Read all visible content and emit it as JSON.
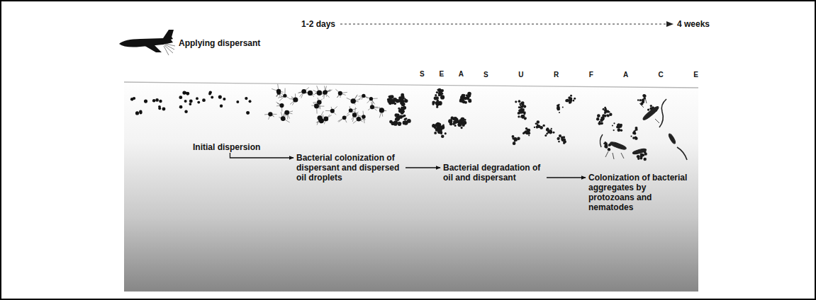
{
  "diagram": {
    "nodes": [
      {
        "text": [
          "Initial dispersion"
        ]
      },
      {
        "text": [
          "Bacterial colonization of dispersant and dispersed oil droplets"
        ]
      },
      {
        "text": [
          "Bacterial degradation of oil and dispersant"
        ]
      },
      {
        "text": [
          "Colonization of bacterial aggregates by protozoans and nematodes"
        ]
      }
    ],
    "edges": [
      {
        "from": 0,
        "to": 1,
        "arrow": "to"
      },
      {
        "from": 1,
        "to": 2,
        "arrow": "to"
      },
      {
        "from": 2,
        "to": 3,
        "arrow": "to"
      }
    ],
    "labels": [
      "Applying dispersant",
      "1-2 days",
      "4 weeks",
      "S E A",
      "S U R F A C E"
    ]
  }
}
